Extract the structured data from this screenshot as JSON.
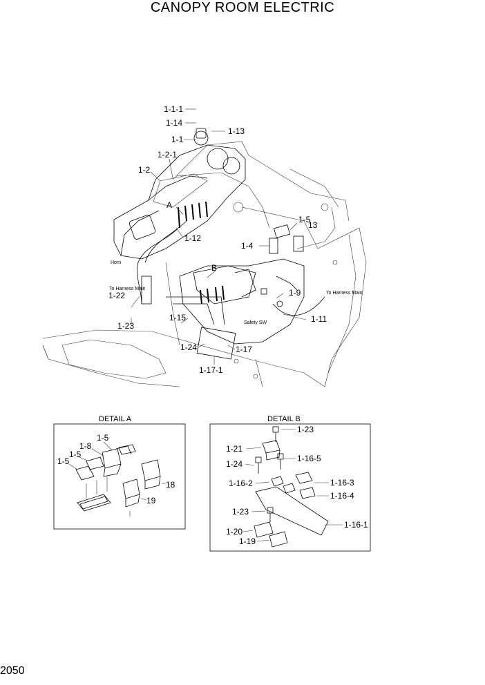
{
  "title": "CANOPY ROOM ELECTRIC",
  "page_number": "2050",
  "main_callouts": {
    "p_1_1_1": "1-1-1",
    "p_1_14": "1-14",
    "p_1_13": "1-13",
    "p_1_1": "1-1",
    "p_1_2_1": "1-2-1",
    "p_1_2": "1-2",
    "p_A": "A",
    "p_1_12": "1-12",
    "p_1_5": "1-5",
    "p_13": "13",
    "p_1_4": "1-4",
    "p_B": "B",
    "p_1_9": "1-9",
    "p_1_22": "1-22",
    "p_1_23": "1-23",
    "p_1_15": "1-15",
    "p_1_11": "1-11",
    "p_1_24": "1-24",
    "p_1_17": "1-17",
    "p_1_17_1": "1-17-1"
  },
  "small_notes": {
    "horn": "Horn",
    "harness_left": "To Harness Main",
    "harness_right": "To Harness Main",
    "safety_sw": "Safety SW"
  },
  "detail_a": {
    "title": "DETAIL A",
    "callouts": {
      "c_1_5_top": "1-5",
      "c_1_8": "1-8",
      "c_1_5_mid": "1-5",
      "c_1_5_left": "1-5",
      "c_18": "18",
      "c_19": "19"
    }
  },
  "detail_b": {
    "title": "DETAIL B",
    "callouts": {
      "c_1_23_top": "1-23",
      "c_1_21": "1-21",
      "c_1_16_5": "1-16-5",
      "c_1_24": "1-24",
      "c_1_16_2": "1-16-2",
      "c_1_16_3": "1-16-3",
      "c_1_16_4": "1-16-4",
      "c_1_23_bot": "1-23",
      "c_1_16_1": "1-16-1",
      "c_1_20": "1-20",
      "c_1_19": "1-19"
    }
  }
}
